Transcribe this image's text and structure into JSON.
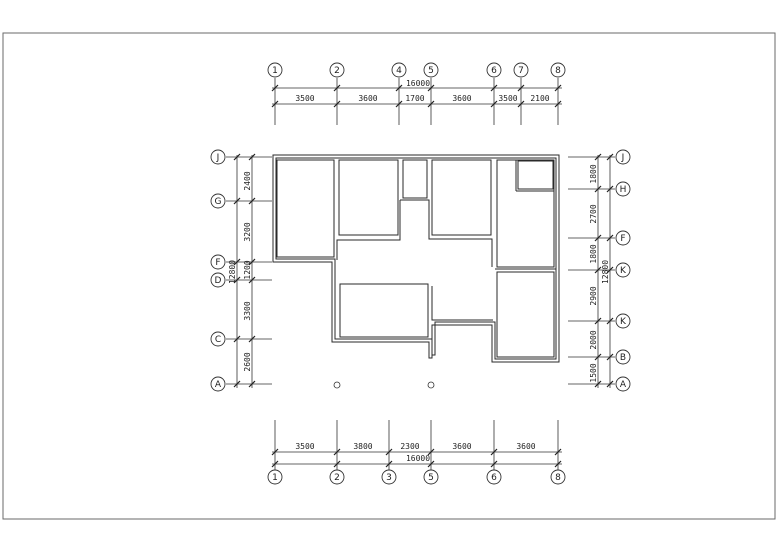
{
  "drawing": {
    "top_axes": [
      "1",
      "2",
      "4",
      "5",
      "6",
      "7",
      "8"
    ],
    "top_dims": [
      "3500",
      "3600",
      "1700",
      "3600",
      "3500",
      "2100"
    ],
    "top_total": "16000",
    "bottom_axes": [
      "1",
      "2",
      "3",
      "5",
      "6",
      "8"
    ],
    "bottom_dims": [
      "3500",
      "3800",
      "2300",
      "3600",
      "3600"
    ],
    "bottom_total": "16000",
    "left_axes": [
      "J",
      "G",
      "F",
      "D",
      "C",
      "A"
    ],
    "left_dims": [
      "2400",
      "3200",
      "1200",
      "3300",
      "2600"
    ],
    "left_total": "12800",
    "right_axes": [
      "J",
      "H",
      "F",
      "K",
      "K",
      "B",
      "A"
    ],
    "right_dims": [
      "1800",
      "2700",
      "1800",
      "2900",
      "2000",
      "1500"
    ],
    "right_total": "12800"
  }
}
